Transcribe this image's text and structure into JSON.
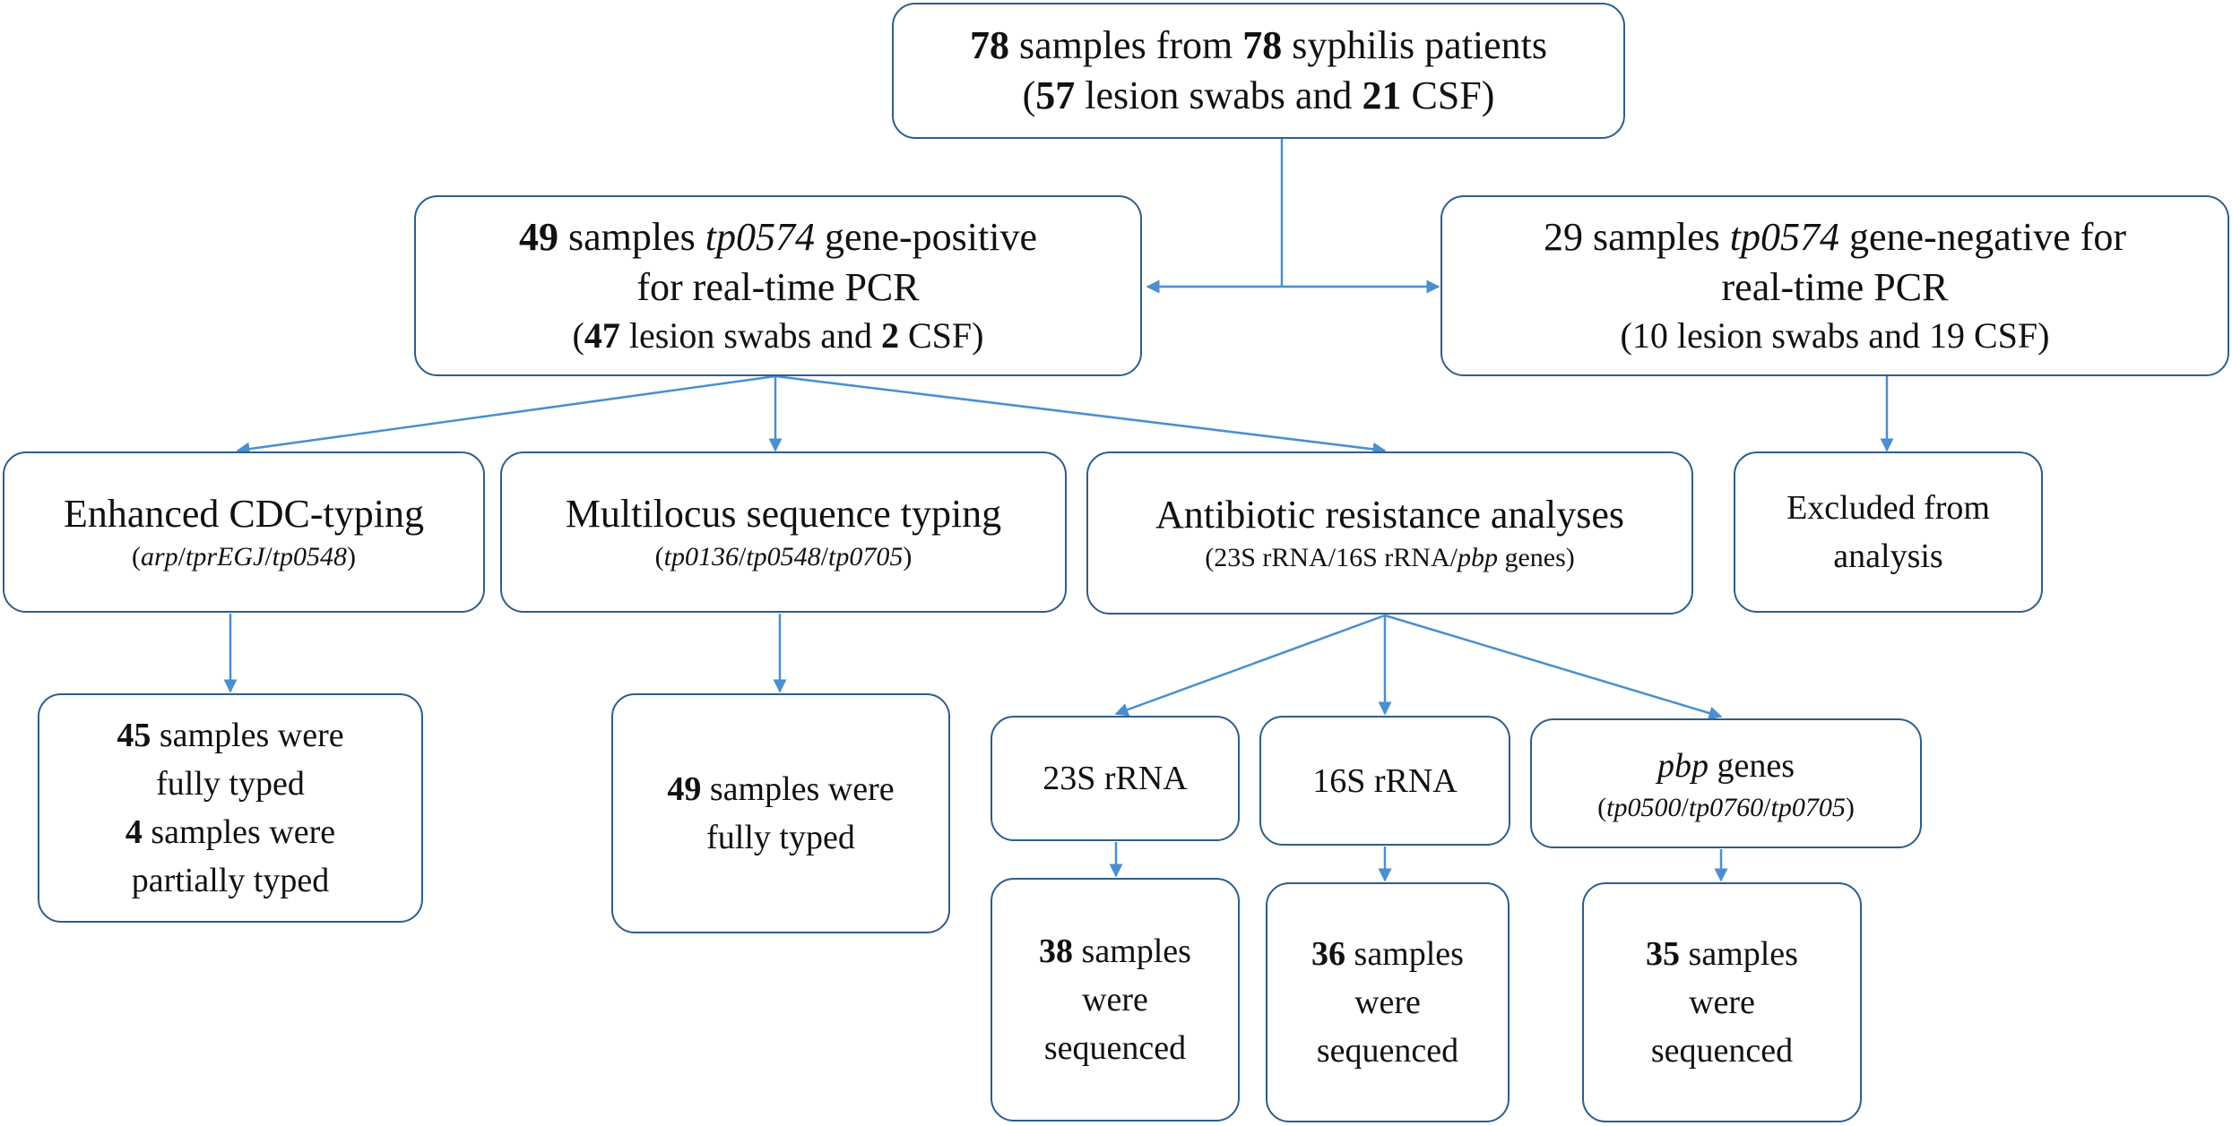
{
  "colors": {
    "box_border": "#2f5d8c",
    "arrow": "#4a8fcf"
  },
  "nodes": {
    "root": {
      "line1": {
        "n1": "78",
        "t1": " samples from ",
        "n2": "78",
        "t2": " syphilis patients"
      },
      "line2": {
        "p0": "(",
        "n1": "57",
        "t1": " lesion swabs and ",
        "n2": "21",
        "t2": " CSF)"
      }
    },
    "pos": {
      "line1": {
        "n": "49",
        "t1": " samples ",
        "gene": "tp0574",
        "t2": " gene-positive"
      },
      "line2": "for real-time PCR",
      "line3": {
        "p0": "(",
        "n1": "47",
        "t1": " lesion swabs and ",
        "n2": "2",
        "t2": " CSF)"
      }
    },
    "neg": {
      "line1": {
        "t1": "29 samples ",
        "gene": "tp0574",
        "t2": " gene-negative for"
      },
      "line2": "real-time PCR",
      "line3": "(10 lesion swabs and 19 CSF)"
    },
    "cdc": {
      "title": "Enhanced CDC-typing",
      "sub": {
        "p0": "(",
        "g1": "arp",
        "s1": "/",
        "g2": "tprEGJ",
        "s2": "/",
        "g3": "tp0548",
        "p1": ")"
      }
    },
    "mlst": {
      "title": "Multilocus sequence typing",
      "sub": {
        "p0": "(",
        "g1": "tp0136",
        "s1": "/",
        "g2": "tp0548",
        "s2": "/",
        "g3": "tp0705",
        "p1": ")"
      }
    },
    "abx": {
      "title": "Antibiotic resistance analyses",
      "sub": {
        "t1": "(23S rRNA/16S rRNA/",
        "g1": "pbp",
        "t2": " genes)"
      }
    },
    "excl": {
      "line1": "Excluded from",
      "line2": "analysis"
    },
    "cdc_res": {
      "line1": {
        "n": "45",
        "t": " samples were"
      },
      "line2": "fully typed",
      "line3": {
        "n": "4",
        "t": " samples were"
      },
      "line4": "partially typed"
    },
    "mlst_res": {
      "line1": {
        "n": "49",
        "t": " samples were"
      },
      "line2": "fully typed"
    },
    "r23s": {
      "label": "23S rRNA"
    },
    "r16s": {
      "label": "16S rRNA"
    },
    "pbp": {
      "line1": {
        "g": "pbp",
        "t": " genes"
      },
      "sub": {
        "p0": "(",
        "g1": "tp0500",
        "s1": "/",
        "g2": "tp0760",
        "s2": "/",
        "g3": "tp0705",
        "p1": ")"
      }
    },
    "r23s_res": {
      "n": "38",
      "line1_t": " samples",
      "line2": "were",
      "line3": "sequenced"
    },
    "r16s_res": {
      "n": "36",
      "line1_t": " samples",
      "line2": "were",
      "line3": "sequenced"
    },
    "pbp_res": {
      "n": "35",
      "line1_t": " samples",
      "line2": "were",
      "line3": "sequenced"
    }
  }
}
